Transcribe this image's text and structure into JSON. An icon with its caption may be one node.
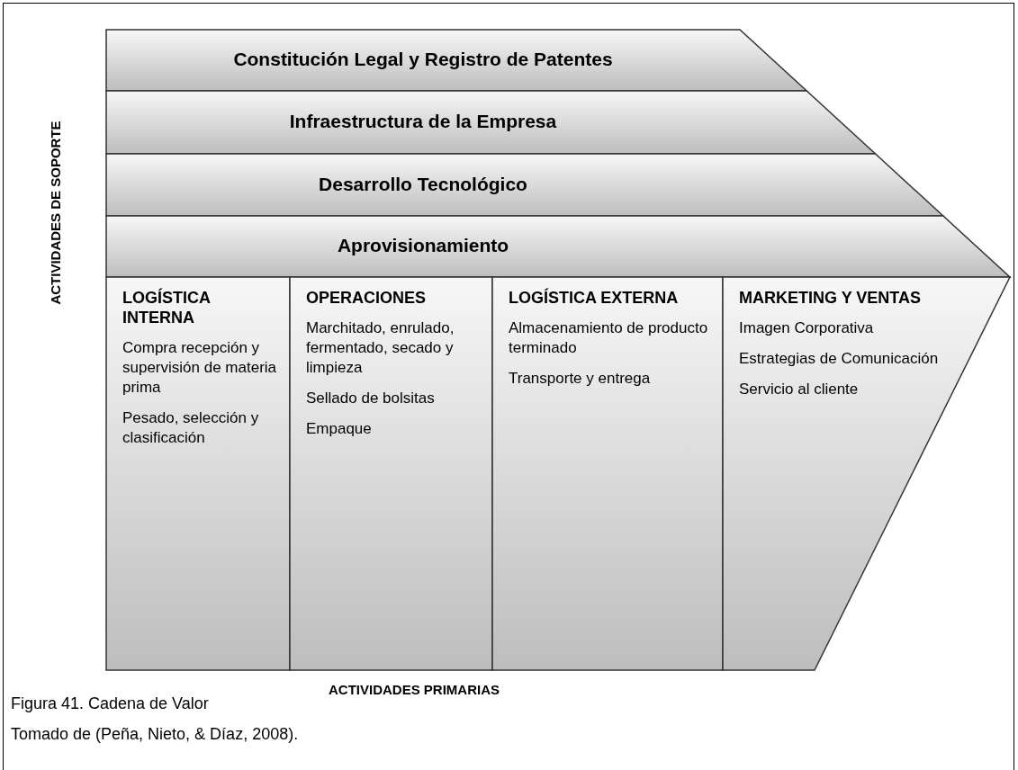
{
  "diagram": {
    "caption": "Figura 41. Cadena de Valor",
    "nodes": [
      {
        "text": [
          "Constitución Legal  y Registro de Patentes"
        ]
      },
      {
        "text": [
          "Infraestructura de la Empresa"
        ]
      },
      {
        "text": [
          "Desarrollo Tecnológico"
        ]
      },
      {
        "text": [
          "Aprovisionamiento"
        ]
      },
      {
        "text": [
          "LOGÍSTICA INTERNA",
          "Compra recepción y supervisión de materia prima",
          "Pesado, selección y clasificación"
        ]
      },
      {
        "text": [
          "OPERACIONES",
          "Marchitado, enrulado, fermentado, secado y limpieza",
          "Sellado de bolsitas",
          "Empaque"
        ]
      },
      {
        "text": [
          "LOGÍSTICA EXTERNA",
          "Almacenamiento de producto terminado",
          "Transporte y entrega"
        ]
      },
      {
        "text": [
          "MARKETING Y VENTAS",
          "Imagen Corporativa",
          "Estrategias de Comunicación",
          "Servicio al cliente"
        ]
      }
    ],
    "edges": [],
    "labels": [
      "ACTIVIDADES DE SOPORTE",
      "ACTIVIDADES PRIMARIAS",
      "Tomado de (Peña, Nieto, & Díaz, 2008)."
    ]
  }
}
